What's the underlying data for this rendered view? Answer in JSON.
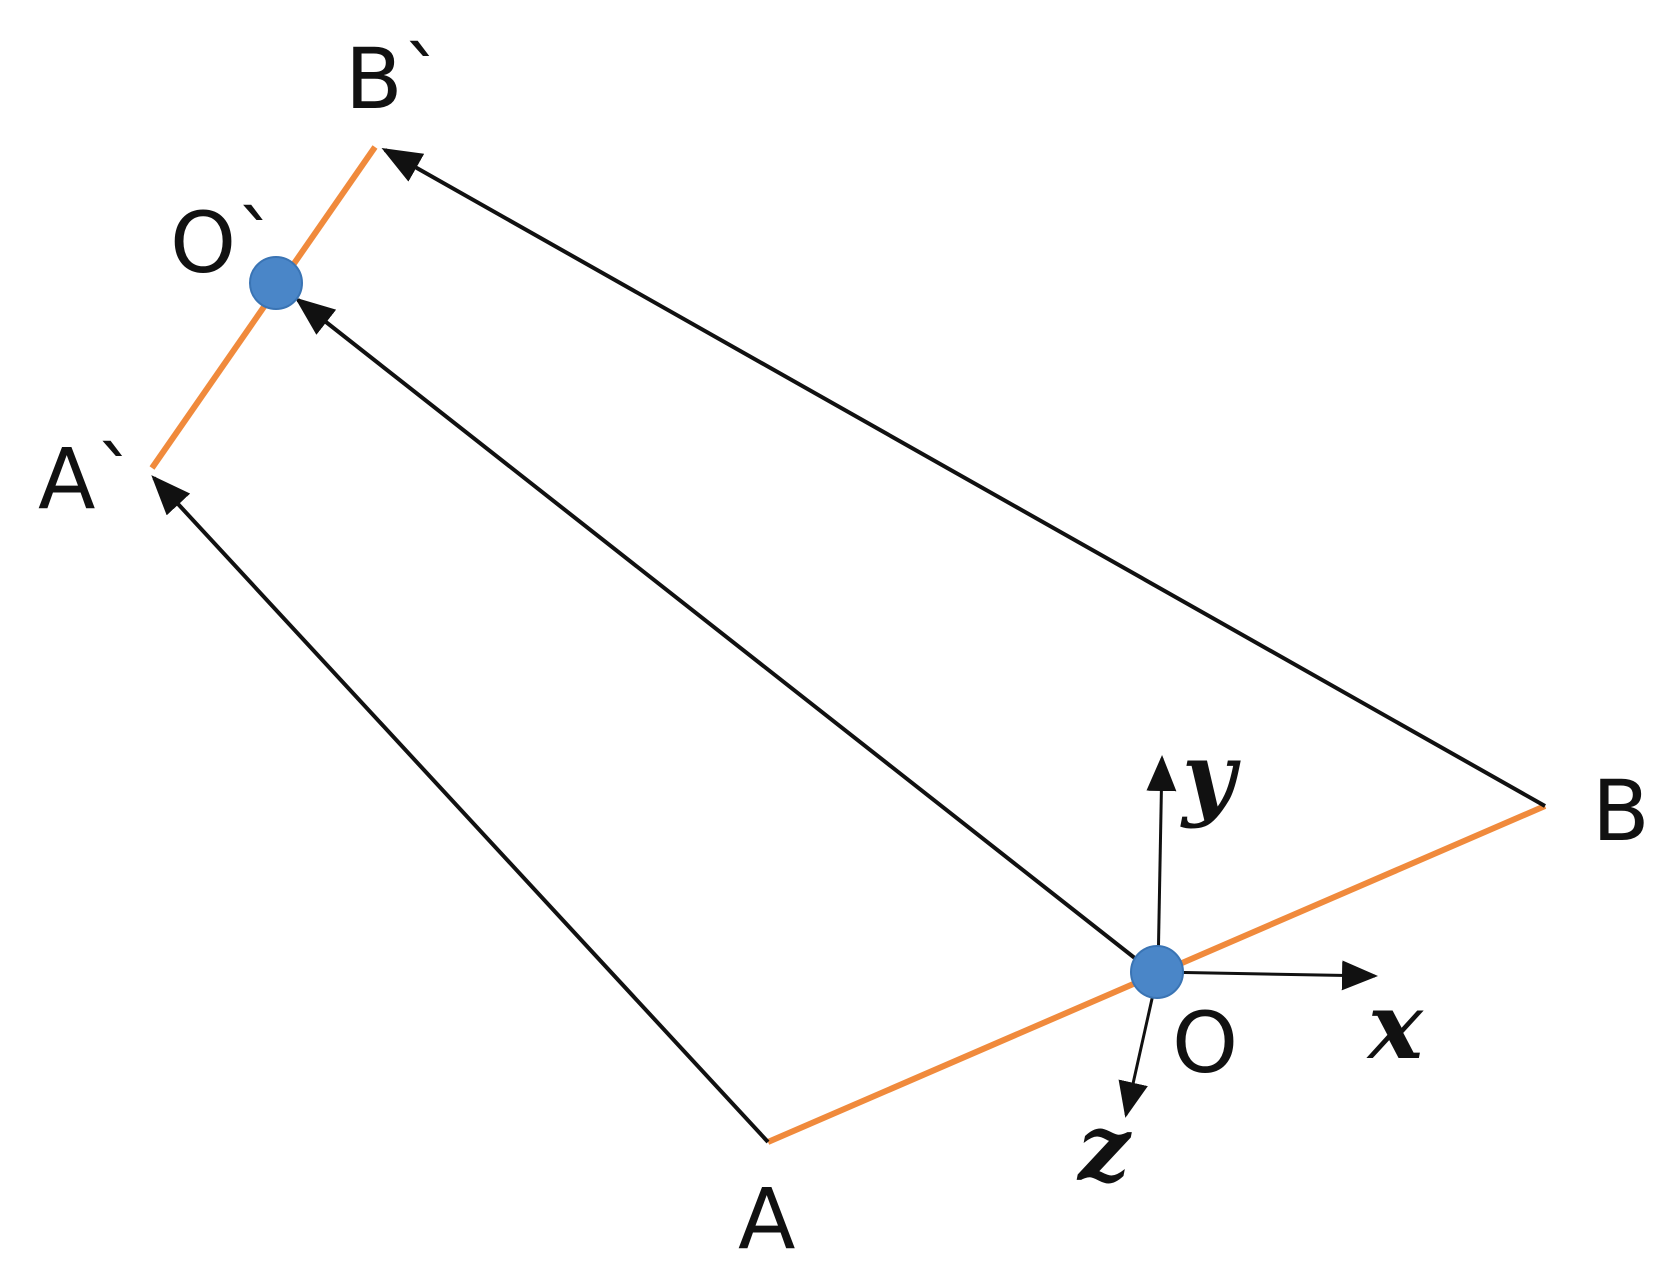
{
  "colors": {
    "segment": "#f08a3c",
    "arrow": "#111111",
    "point": "#4a86c8",
    "point_edge": "#3a74b4",
    "text": "#111111"
  },
  "labels": {
    "A": "A",
    "B": "B",
    "O": "O",
    "A_prime": "A`",
    "B_prime": "B`",
    "O_prime": "O`"
  },
  "axes": {
    "x": "x",
    "y": "y",
    "z": "z"
  }
}
